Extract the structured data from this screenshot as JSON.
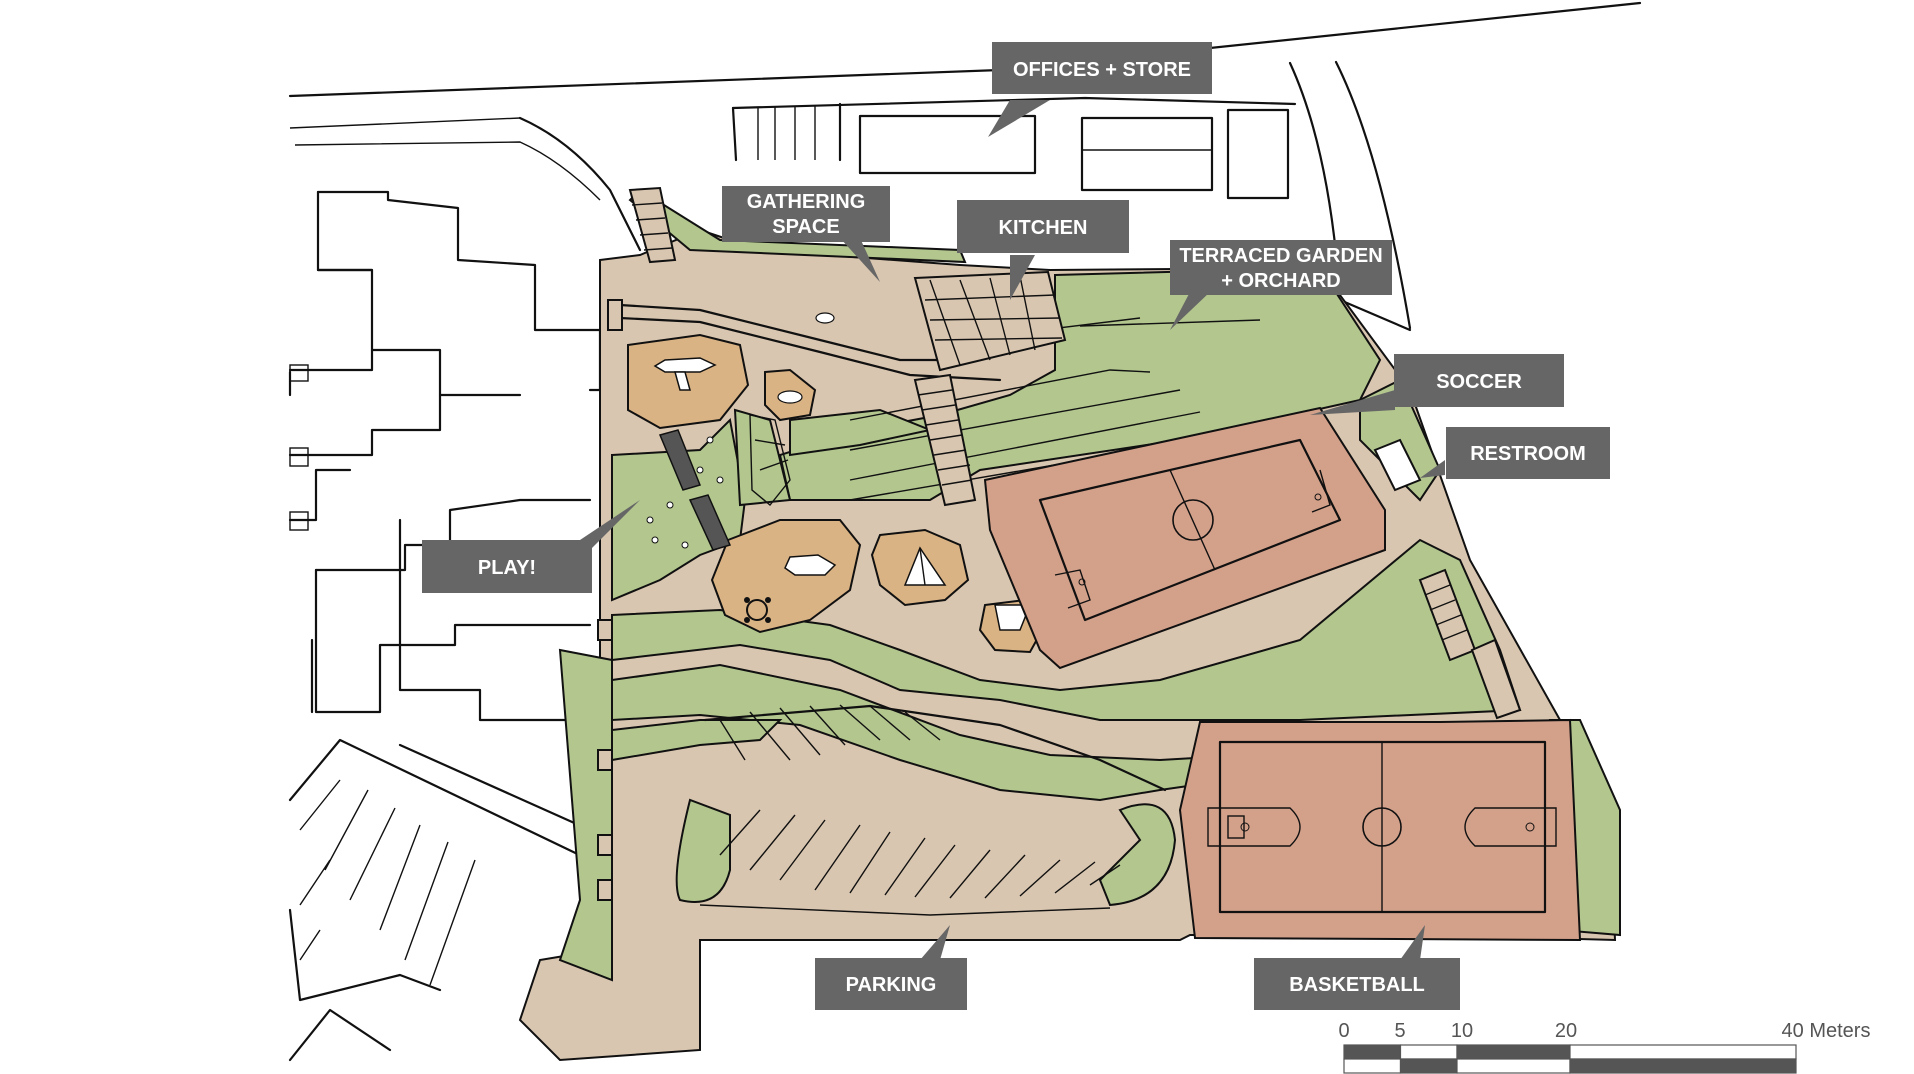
{
  "labels": {
    "offices_store": "OFFICES + STORE",
    "gathering_line1": "GATHERING",
    "gathering_line2": "SPACE",
    "kitchen": "KITCHEN",
    "terraced_line1": "TERRACED GARDEN",
    "terraced_line2": "+ ORCHARD",
    "soccer": "SOCCER",
    "restroom": "RESTROOM",
    "play": "PLAY!",
    "parking": "PARKING",
    "basketball": "BASKETBALL"
  },
  "scale_bar": {
    "ticks": [
      "0",
      "5",
      "10",
      "20"
    ],
    "end_label": "40 Meters",
    "values": [
      0,
      5,
      10,
      20,
      40
    ]
  },
  "colors": {
    "path_tan": "#d9c6b0",
    "grass_green": "#b2c68e",
    "court_clay": "#d3a08a",
    "play_sand": "#dab384",
    "label_bg": "#666666",
    "ink": "#111111"
  }
}
